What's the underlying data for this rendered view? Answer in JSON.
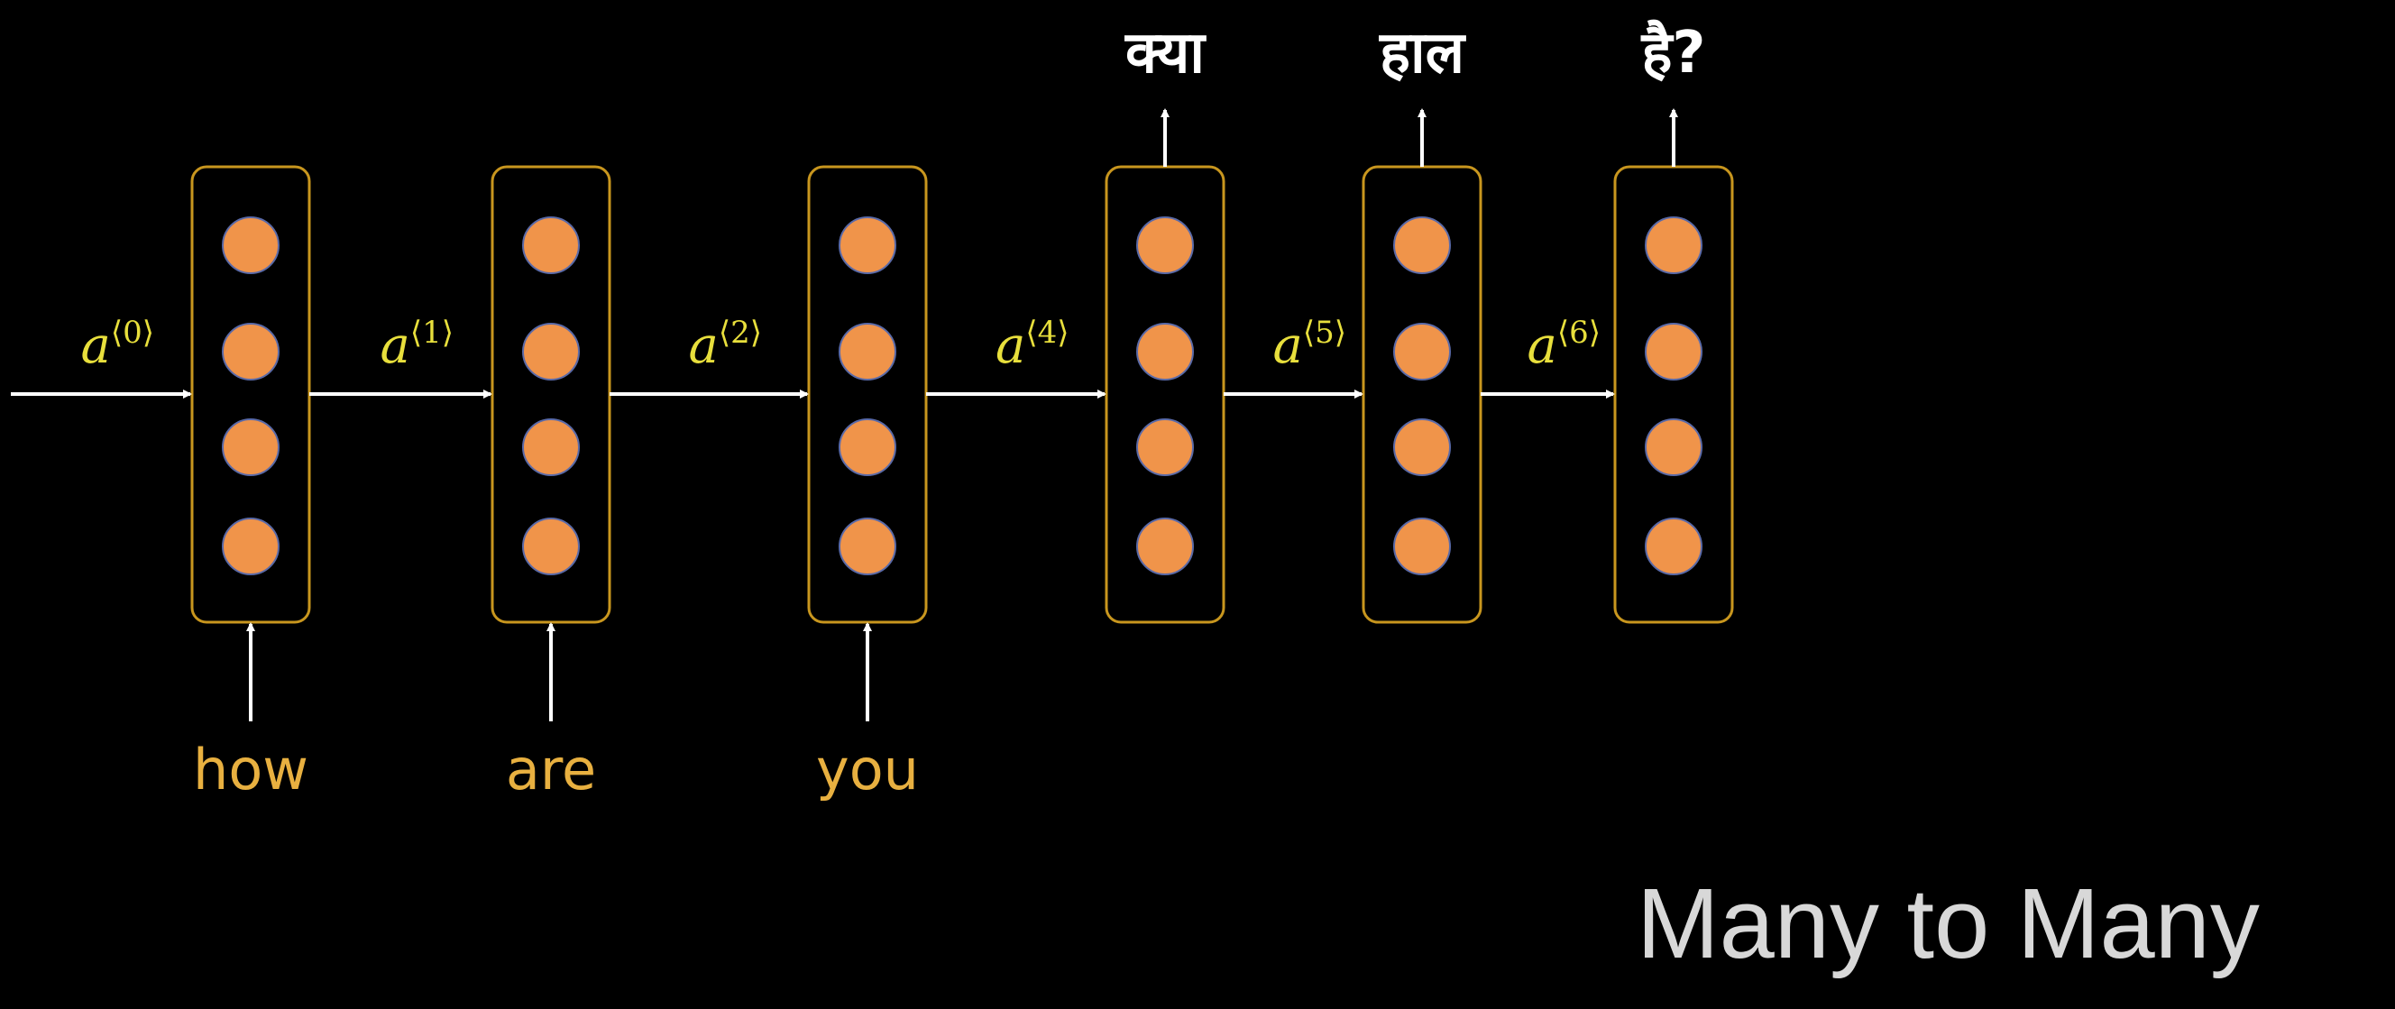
{
  "diagram": {
    "title": "Many to Many",
    "cells": [
      {
        "input": "how",
        "output": null
      },
      {
        "input": "are",
        "output": null
      },
      {
        "input": "you",
        "output": null
      },
      {
        "input": null,
        "output": "क्या"
      },
      {
        "input": null,
        "output": "हाल"
      },
      {
        "input": null,
        "output": "है?"
      }
    ],
    "activations": [
      {
        "base": "a",
        "sup": "⟨0⟩"
      },
      {
        "base": "a",
        "sup": "⟨1⟩"
      },
      {
        "base": "a",
        "sup": "⟨2⟩"
      },
      {
        "base": "a",
        "sup": "⟨4⟩"
      },
      {
        "base": "a",
        "sup": "⟨5⟩"
      },
      {
        "base": "a",
        "sup": "⟨6⟩"
      }
    ],
    "units_per_cell": 4,
    "colors": {
      "background": "#000000",
      "cell_border": "#c8961e",
      "unit_fill": "#f0944a",
      "unit_stroke": "#5a6aa8",
      "arrow": "#ffffff",
      "input_text": "#e8b040",
      "output_text": "#ffffff",
      "activation_text": "#e8df3c",
      "title_text": "#d8d8d8"
    }
  }
}
